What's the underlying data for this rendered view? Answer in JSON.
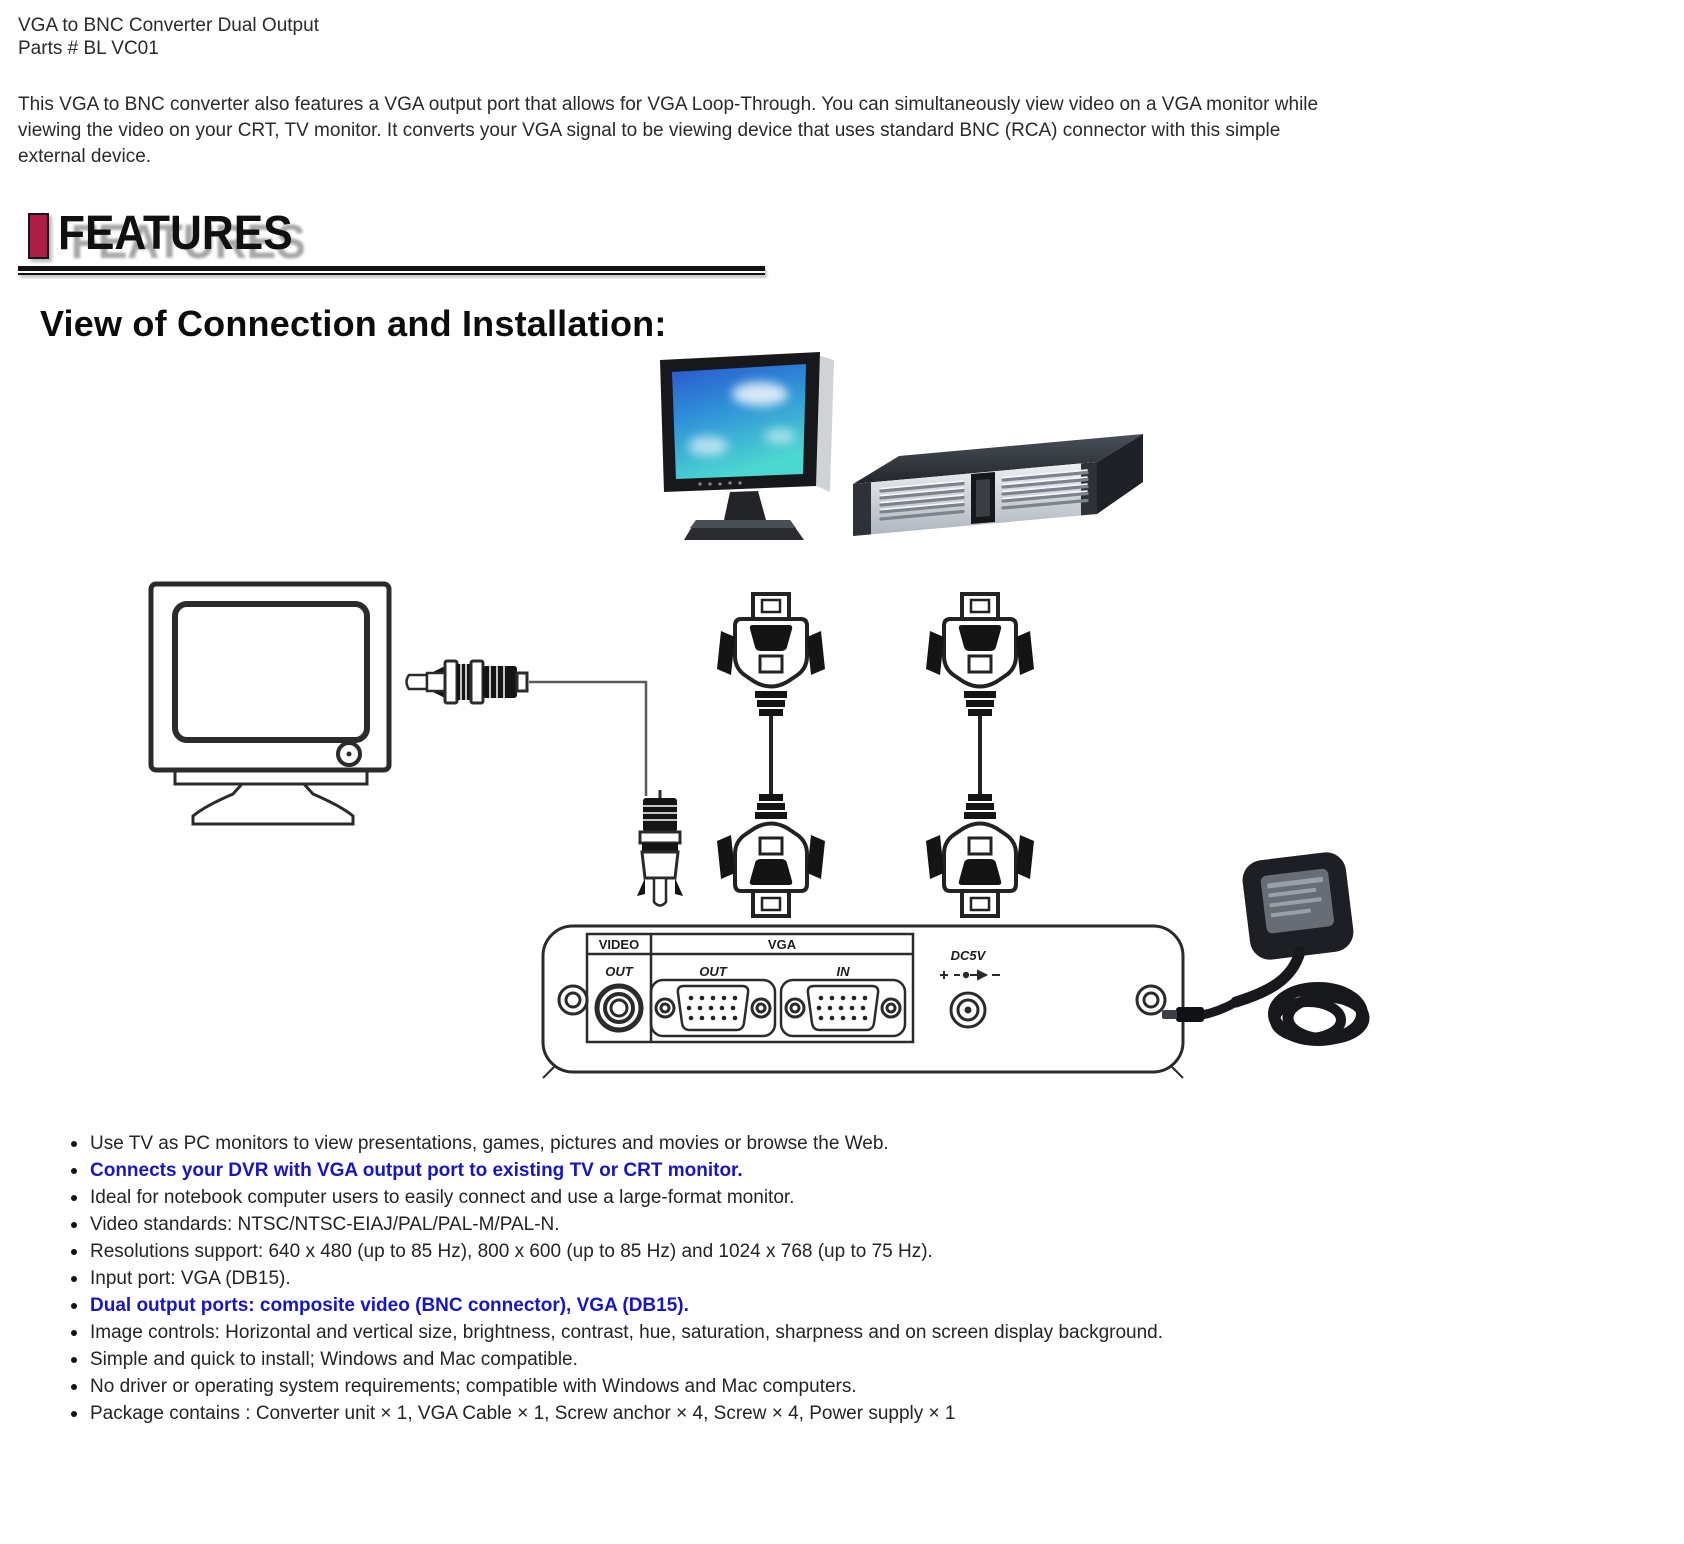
{
  "header": {
    "title": "VGA to BNC Converter Dual Output",
    "part_number": "Parts # BL VC01"
  },
  "intro": {
    "lines": [
      "This VGA to BNC converter also features a VGA output port that allows for VGA Loop-Through. You can simultaneously view video on a VGA monitor while",
      "viewing the video on your CRT, TV monitor. It converts your VGA signal to be viewing device that uses standard BNC (RCA) connector with this simple",
      "external device."
    ]
  },
  "features": {
    "heading": "FEATURES",
    "accent_color": "#ab1e46"
  },
  "diagram": {
    "heading": "View of Connection and Installation:",
    "panel": {
      "video_group": "VIDEO",
      "video_port": "OUT",
      "vga_group": "VGA",
      "vga_out_port": "OUT",
      "vga_in_port": "IN",
      "power_port": "DC5V"
    }
  },
  "feature_list": {
    "highlight_color": "#1616c8",
    "items": [
      {
        "text": "Use TV as PC monitors to view presentations, games, pictures and movies or browse the Web.",
        "highlight": false
      },
      {
        "text": "Connects your DVR with VGA output port to existing TV or CRT monitor.",
        "highlight": true
      },
      {
        "text": "Ideal for notebook computer users to easily connect and use a large-format monitor.",
        "highlight": false
      },
      {
        "text": "Video standards: NTSC/NTSC-EIAJ/PAL/PAL-M/PAL-N.",
        "highlight": false
      },
      {
        "text": "Resolutions support: 640 x 480 (up to 85 Hz), 800 x 600 (up to 85 Hz) and 1024 x 768 (up to 75 Hz).",
        "highlight": false
      },
      {
        "text": "Input port: VGA (DB15).",
        "highlight": false
      },
      {
        "text": "Dual output ports: composite video (BNC connector), VGA (DB15).",
        "highlight": true
      },
      {
        "text": "Image controls: Horizontal and vertical size, brightness, contrast, hue, saturation, sharpness and on screen display background.",
        "highlight": false
      },
      {
        "text": "Simple and quick to install; Windows and Mac compatible.",
        "highlight": false
      },
      {
        "text": "No driver or operating system requirements; compatible with Windows and Mac computers.",
        "highlight": false
      },
      {
        "text": "Package contains : Converter unit × 1, VGA Cable × 1, Screw anchor × 4, Screw × 4, Power supply × 1",
        "highlight": false
      }
    ]
  }
}
